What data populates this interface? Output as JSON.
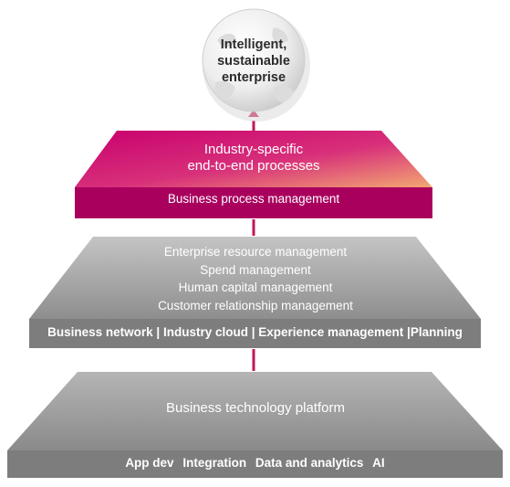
{
  "goal": {
    "lines": [
      "Intelligent,",
      "sustainable",
      "enterprise"
    ]
  },
  "layers": {
    "processes": {
      "title_lines": [
        "Industry-specific",
        "end-to-end processes"
      ],
      "band": "Business process management"
    },
    "applications": {
      "items": [
        "Enterprise resource management",
        "Spend management",
        "Human capital management",
        "Customer relationship management"
      ],
      "band": "Business network | Industry cloud | Experience management |Planning"
    },
    "platform": {
      "title": "Business technology platform",
      "band_items": [
        "App dev",
        "Integration",
        "Data and analytics",
        "AI"
      ]
    }
  },
  "colors": {
    "magenta": "#c8006e",
    "magenta_band": "#a9005e",
    "orange": "#f0a070",
    "gray_top": "#b8b8b8",
    "gray_bottom": "#8e8e8e",
    "gray_band": "#7d7d7d",
    "connector": "#c2185b"
  }
}
